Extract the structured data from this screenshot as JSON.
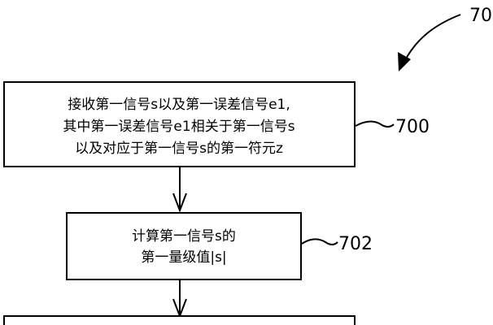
{
  "figure_label": "70",
  "steps": [
    {
      "id": "700",
      "ref": "700",
      "lines": [
        "接收第一信号s以及第一误差信号e1,",
        "其中第一误差信号e1相关于第一信号s",
        "以及对应于第一信号s的第一符元z"
      ]
    },
    {
      "id": "702",
      "ref": "702",
      "lines": [
        "计算第一信号s的",
        "第一量级值|s|"
      ]
    }
  ]
}
